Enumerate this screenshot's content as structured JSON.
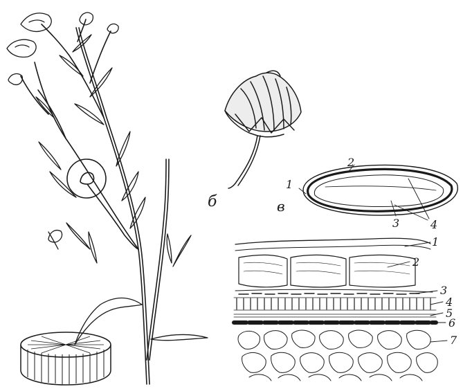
{
  "panel_labels": {
    "bud": "б",
    "seed_section": "в"
  },
  "seed_section_labels": [
    "1",
    "2",
    "3",
    "4"
  ],
  "coat_layer_labels": [
    "1",
    "2",
    "3",
    "4",
    "5",
    "6",
    "7"
  ],
  "colors": {
    "ink": "#1a1a1a",
    "paper": "#ffffff"
  }
}
